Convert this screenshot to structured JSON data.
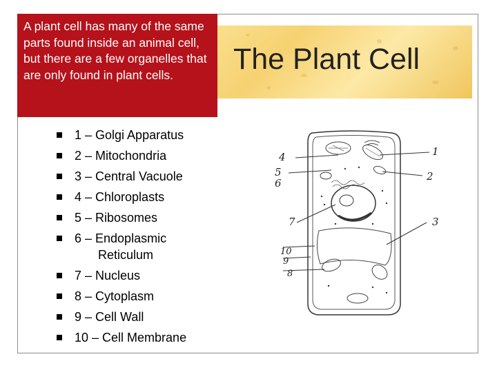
{
  "intro": "A plant cell has many of the same parts found inside an animal cell, but there are a few organelles that are only found in plant cells.",
  "title": "The Plant Cell",
  "colors": {
    "intro_box": "#b5121b",
    "title_band": "#f6d272",
    "text": "#000000"
  },
  "bullet_icon": "square-bullet",
  "parts": [
    {
      "label": "1 – Golgi Apparatus"
    },
    {
      "label": "2 – Mitochondria"
    },
    {
      "label": "3 – Central Vacuole"
    },
    {
      "label": "4 – Chloroplasts"
    },
    {
      "label": "5 – Ribosomes"
    },
    {
      "label": "6 – Endoplasmic",
      "label_2": "Reticulum"
    },
    {
      "label": "7 – Nucleus"
    },
    {
      "label": "8 – Cytoplasm"
    },
    {
      "label": "9 – Cell Wall"
    },
    {
      "label": "10 – Cell Membrane"
    }
  ],
  "diagram_labels": [
    "1",
    "2",
    "3",
    "4",
    "5",
    "6",
    "7",
    "8",
    "9",
    "10"
  ]
}
